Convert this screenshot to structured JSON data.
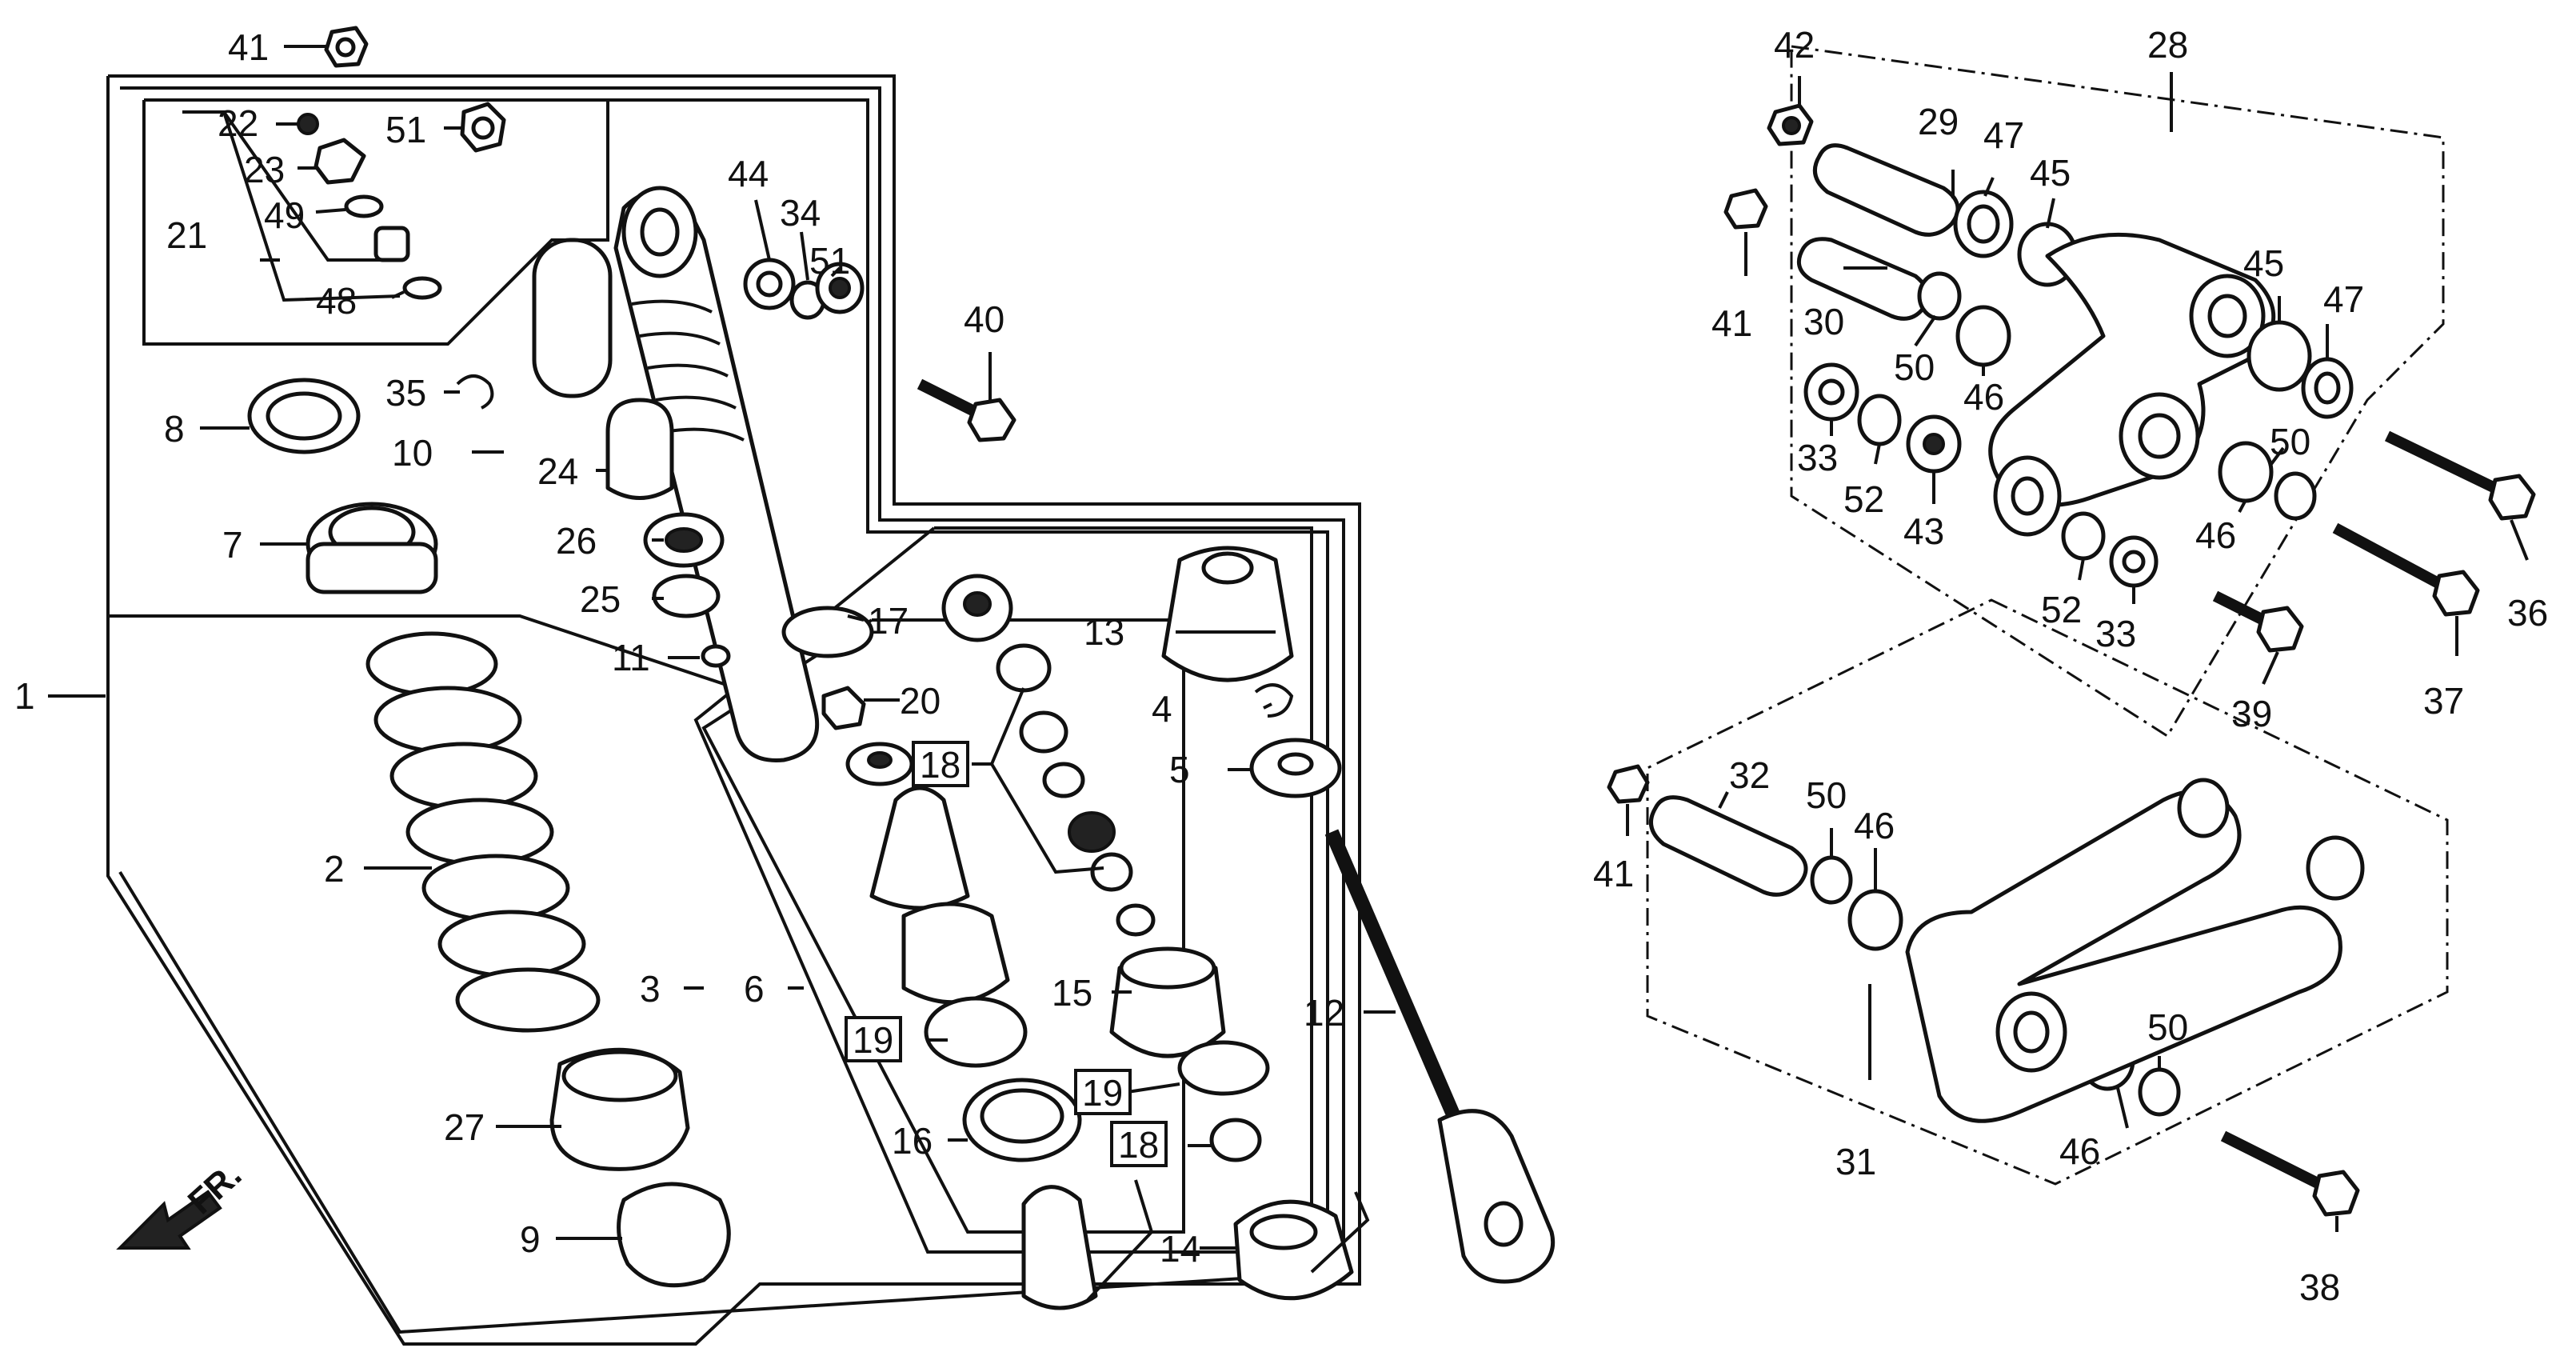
{
  "direction_label": "FR.",
  "callouts": [
    "1",
    "2",
    "3",
    "4",
    "5",
    "6",
    "7",
    "8",
    "9",
    "10",
    "11",
    "12",
    "13",
    "14",
    "15",
    "16",
    "17",
    "18",
    "19",
    "20",
    "21",
    "22",
    "23",
    "24",
    "25",
    "26",
    "27",
    "28",
    "29",
    "30",
    "31",
    "32",
    "33",
    "34",
    "35",
    "36",
    "37",
    "38",
    "39",
    "40",
    "41",
    "42",
    "43",
    "44",
    "45",
    "46",
    "47",
    "48",
    "49",
    "50",
    "51",
    "52"
  ],
  "boxed_callouts": [
    "18",
    "19"
  ]
}
